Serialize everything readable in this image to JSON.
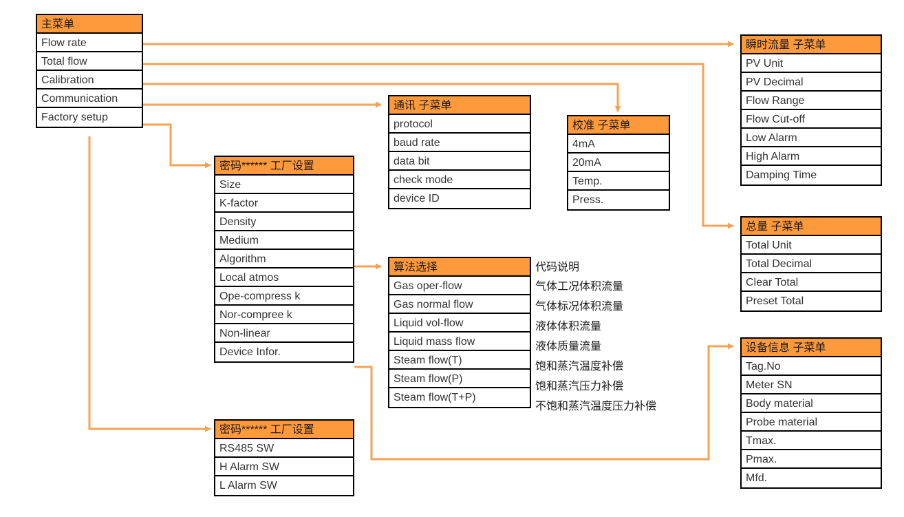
{
  "theme": {
    "accent": "#ff9a3c",
    "line": "#f5a253",
    "border": "#000000",
    "text": "#333333",
    "background": "#ffffff"
  },
  "boxes": {
    "main_menu": {
      "title": "主菜单",
      "items": [
        "Flow rate",
        "Total flow",
        "Calibration",
        "Communication",
        "Factory setup"
      ]
    },
    "flow_rate_sub": {
      "title": "瞬时流量 子菜单",
      "items": [
        "PV Unit",
        "PV Decimal",
        "Flow Range",
        "Flow Cut-off",
        "Low Alarm",
        "High Alarm",
        "Damping Time"
      ]
    },
    "total_flow_sub": {
      "title": "总量 子菜单",
      "items": [
        "Total Unit",
        "Total Decimal",
        "Clear Total",
        "Preset Total"
      ]
    },
    "device_info_sub": {
      "title": "设备信息 子菜单",
      "items": [
        "Tag.No",
        "Meter SN",
        "Body material",
        "Probe material",
        "Tmax.",
        "Pmax.",
        "Mfd."
      ]
    },
    "communication_sub": {
      "title": "通讯 子菜单",
      "items": [
        "protocol",
        "baud rate",
        "data bit",
        "check mode",
        "device ID"
      ]
    },
    "calibration_sub": {
      "title": "校准 子菜单",
      "items": [
        "4mA",
        "20mA",
        "Temp.",
        "Press."
      ]
    },
    "factory_setup": {
      "title": "密码****** 工厂设置",
      "items": [
        "Size",
        "K-factor",
        "Density",
        "Medium",
        "Algorithm",
        "Local atmos",
        "Ope-compress k",
        "Nor-compree k",
        "Non-linear",
        "Device Infor."
      ]
    },
    "factory_setup_2": {
      "title": "密码****** 工厂设置",
      "items": [
        "RS485 SW",
        "H Alarm SW",
        "L Alarm SW"
      ]
    },
    "algorithm_select": {
      "title": "算法选择",
      "items": [
        "Gas oper-flow",
        "Gas normal flow",
        "Liquid vol-flow",
        "Liquid mass flow",
        "Steam flow(T)",
        "Steam flow(P)",
        "Steam flow(T+P)"
      ]
    }
  },
  "annotations": {
    "heading": "代码说明",
    "lines": [
      "气体工况体积流量",
      "气体标况体积流量",
      "液体体积流量",
      "液体质量流量",
      "饱和蒸汽温度补偿",
      "饱和蒸汽压力补偿",
      "不饱和蒸汽温度压力补偿"
    ]
  }
}
